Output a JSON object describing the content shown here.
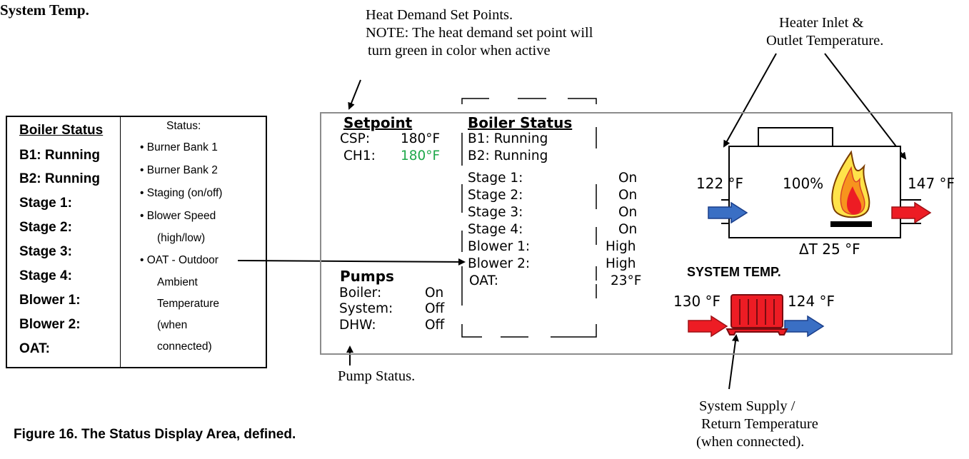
{
  "heading": "System Temp.",
  "annotations": {
    "heat_demand_title": "Heat Demand Set Points.",
    "heat_demand_note_1": "NOTE: The heat demand set point will",
    "heat_demand_note_2": "turn green in color when active",
    "heater_inlet_1": "Heater Inlet &",
    "heater_inlet_2": "Outlet Temperature.",
    "pump_status": "Pump Status.",
    "system_supply_1": "System Supply /",
    "system_supply_2": "Return Temperature",
    "system_supply_3": "(when connected)."
  },
  "legend": {
    "title": "Boiler Status",
    "terms": [
      "B1:  Running",
      "B2:  Running",
      "Stage 1:",
      "Stage 2:",
      "Stage 3:",
      "Stage 4:",
      "Blower 1:",
      "Blower 2:",
      "OAT:"
    ],
    "status_title": "Status:",
    "status_lines": [
      "• Burner Bank 1",
      "• Burner Bank 2",
      "• Staging (on/off)",
      "• Blower Speed",
      "(high/low)",
      "• OAT - Outdoor",
      "Ambient",
      "Temperature",
      "(when",
      "connected)"
    ]
  },
  "display": {
    "setpoint": {
      "title": "Setpoint",
      "csp_label": "CSP:",
      "csp_value": "180°F",
      "ch1_label": "CH1:",
      "ch1_value": "180°F"
    },
    "pumps": {
      "title": "Pumps",
      "rows": [
        {
          "label": "Boiler:",
          "value": "On"
        },
        {
          "label": "System:",
          "value": "Off"
        },
        {
          "label": "DHW:",
          "value": "Off"
        }
      ]
    },
    "boiler_status": {
      "title": "Boiler Status",
      "b1": "B1: Running",
      "b2": "B2: Running",
      "rows": [
        {
          "label": "Stage 1:",
          "value": "On"
        },
        {
          "label": "Stage 2:",
          "value": "On"
        },
        {
          "label": "Stage 3:",
          "value": "On"
        },
        {
          "label": "Stage 4:",
          "value": "On"
        },
        {
          "label": "Blower 1:",
          "value": "High"
        },
        {
          "label": "Blower 2:",
          "value": "High"
        },
        {
          "label": "OAT:",
          "value": "23°F"
        }
      ]
    },
    "heater": {
      "inlet_temp": "122 °F",
      "outlet_temp": "147 °F",
      "firing_rate": "100%",
      "delta_t": "ΔT 25 °F"
    },
    "system": {
      "title": "SYSTEM TEMP.",
      "supply_temp": "130 °F",
      "return_temp": "124 °F"
    }
  },
  "caption": "Figure 16.  The Status Display Area, defined.",
  "colors": {
    "active_green": "#1ea84a",
    "hot_red": "#ed1c24",
    "cold_blue": "#3a6fc4",
    "panel_border": "#8c8c8c"
  }
}
